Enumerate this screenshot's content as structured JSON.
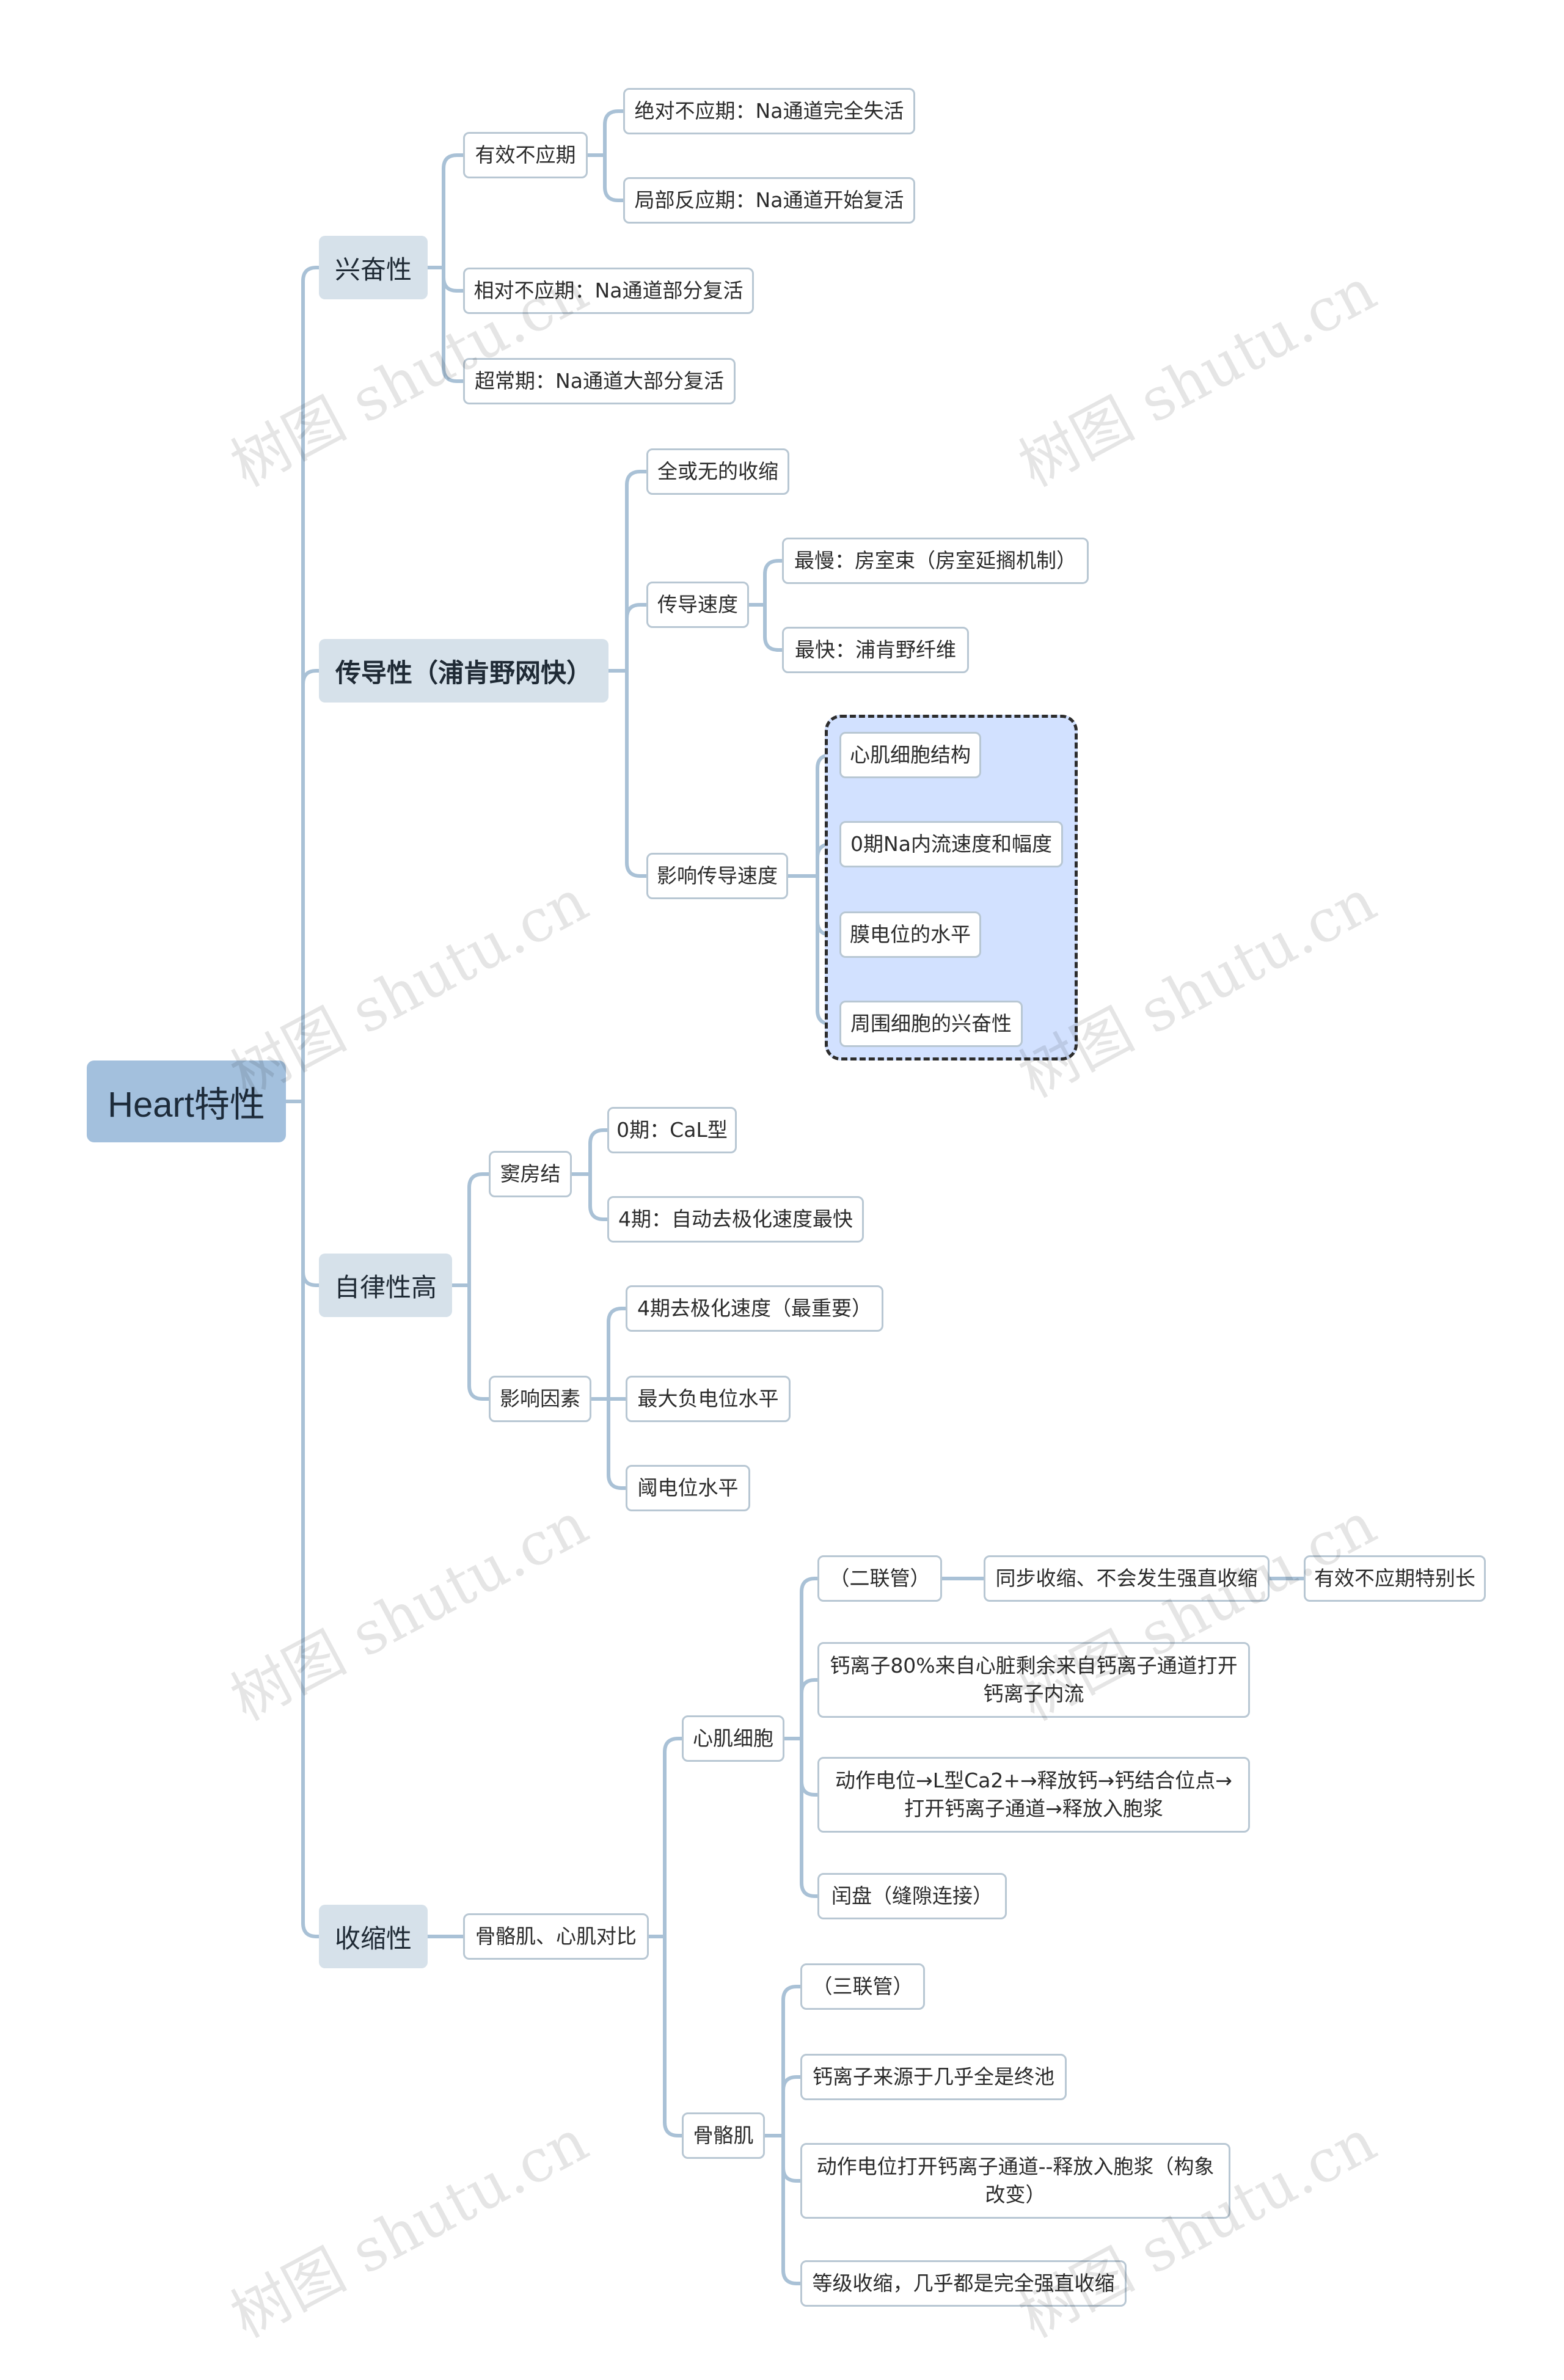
{
  "root": "Heart特性",
  "excitability": {
    "label": "兴奋性",
    "erp": "有效不应期",
    "abs": "绝对不应期：Na通道完全失活",
    "local": "局部反应期：Na通道开始复活",
    "rel": "相对不应期：Na通道部分复活",
    "super": "超常期：Na通道大部分复活"
  },
  "conduction": {
    "label": "传导性（浦肯野网快）",
    "all_or_none": "全或无的收缩",
    "speed": "传导速度",
    "slowest": "最慢：房室束（房室延搁机制）",
    "fastest": "最快：浦肯野纤维",
    "factors": "影响传导速度",
    "f1": "心肌细胞结构",
    "f2": "0期Na内流速度和幅度",
    "f3": "膜电位的水平",
    "f4": "周围细胞的兴奋性"
  },
  "automaticity": {
    "label": "自律性高",
    "sa": "窦房结",
    "sa0": "0期：CaL型",
    "sa4": "4期：自动去极化速度最快",
    "factors": "影响因素",
    "f1": "4期去极化速度（最重要）",
    "f2": "最大负电位水平",
    "f3": "阈电位水平"
  },
  "contractility": {
    "label": "收缩性",
    "compare": "骨骼肌、心肌对比",
    "cardiac": "心肌细胞",
    "c1": "（二联管）",
    "c1a": "同步收缩、不会发生强直收缩",
    "c1b": "有效不应期特别长",
    "c2": "钙离子80%来自心脏剩余来自钙离子通道打开钙离子内流",
    "c3": "动作电位→L型Ca2+→释放钙→钙结合位点→打开钙离子通道→释放入胞浆",
    "c4": "闰盘（缝隙连接）",
    "skeletal": "骨骼肌",
    "s1": "（三联管）",
    "s2": "钙离子来源于几乎全是终池",
    "s3": "动作电位打开钙离子通道--释放入胞浆（构象改变）",
    "s4": "等级收缩，几乎都是完全强直收缩"
  },
  "watermark": "树图 shutu.cn",
  "colors": {
    "edge": "#a9c1d6",
    "root": "#a3c0dd",
    "l1": "#d6e1ea",
    "boundary": "#d2e1ff"
  }
}
